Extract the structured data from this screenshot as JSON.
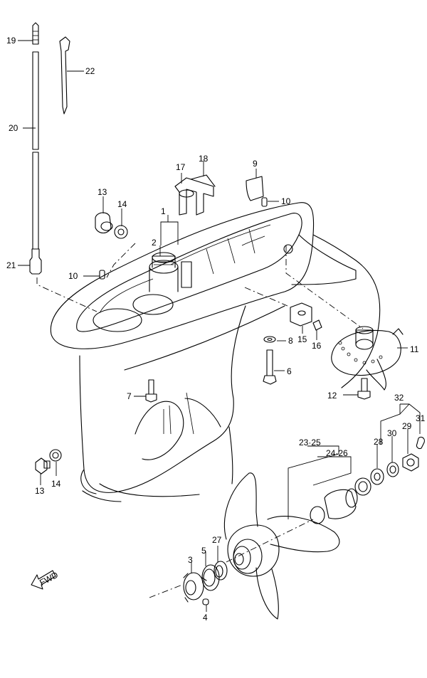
{
  "callouts": {
    "c1": "1",
    "c2": "2",
    "c3": "3",
    "c4": "4",
    "c5": "5",
    "c6": "6",
    "c7": "7",
    "c8": "8",
    "c9": "9",
    "c10a": "10",
    "c10b": "10",
    "c11": "11",
    "c12": "12",
    "c13a": "13",
    "c13b": "13",
    "c14a": "14",
    "c14b": "14",
    "c15": "15",
    "c16": "16",
    "c17": "17",
    "c18": "18",
    "c19": "19",
    "c20": "20",
    "c21": "21",
    "c22": "22",
    "c23_25": "23·25",
    "c24_26": "24·26",
    "c27": "27",
    "c28": "28",
    "c29": "29",
    "c30": "30",
    "c31": "31",
    "c32": "32"
  },
  "direction_arrow": {
    "label": "FWD"
  }
}
